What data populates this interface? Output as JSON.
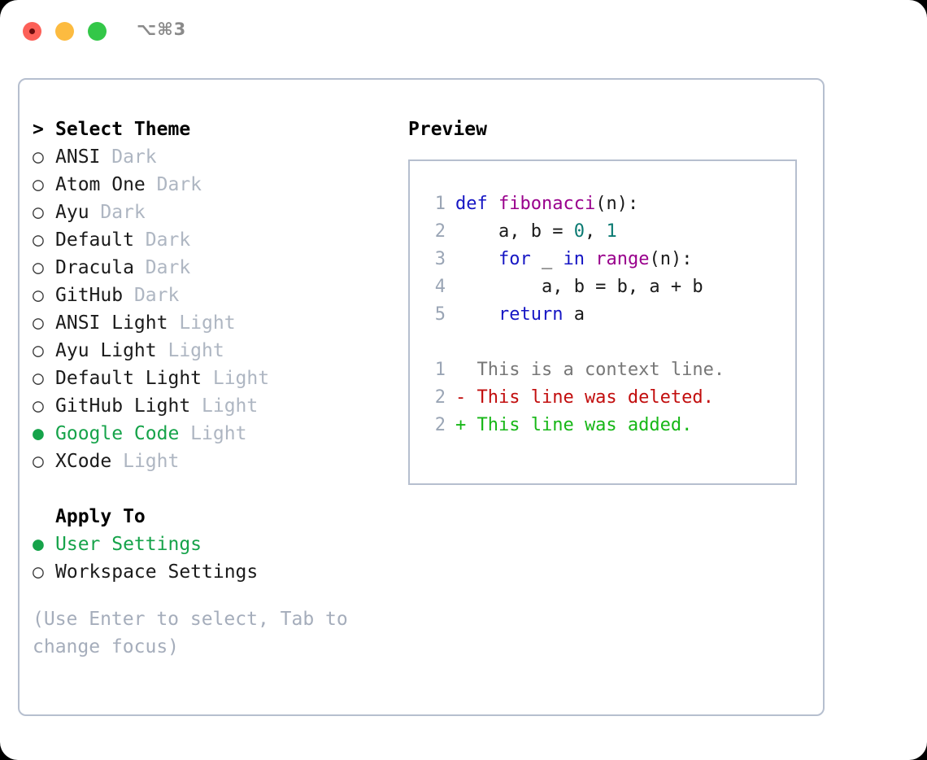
{
  "titlebar": {
    "title": "⌥⌘3",
    "buttons": [
      {
        "name": "close",
        "color": "#fc6058"
      },
      {
        "name": "minimize",
        "color": "#fcbb40"
      },
      {
        "name": "maximize",
        "color": "#33c748"
      }
    ]
  },
  "theme_picker": {
    "heading": "Select Theme",
    "heading_marker": ">",
    "marker_selected": "●",
    "marker_unselected": "○",
    "items": [
      {
        "name": "ANSI",
        "kind": "Dark",
        "selected": false
      },
      {
        "name": "Atom One",
        "kind": "Dark",
        "selected": false
      },
      {
        "name": "Ayu",
        "kind": "Dark",
        "selected": false
      },
      {
        "name": "Default",
        "kind": "Dark",
        "selected": false
      },
      {
        "name": "Dracula",
        "kind": "Dark",
        "selected": false
      },
      {
        "name": "GitHub",
        "kind": "Dark",
        "selected": false
      },
      {
        "name": "ANSI Light",
        "kind": "Light",
        "selected": false
      },
      {
        "name": "Ayu Light",
        "kind": "Light",
        "selected": false
      },
      {
        "name": "Default Light",
        "kind": "Light",
        "selected": false
      },
      {
        "name": "GitHub Light",
        "kind": "Light",
        "selected": false
      },
      {
        "name": "Google Code",
        "kind": "Light",
        "selected": true
      },
      {
        "name": "XCode",
        "kind": "Light",
        "selected": false
      }
    ]
  },
  "apply_to": {
    "heading": "Apply To",
    "options": [
      {
        "name": "User Settings",
        "selected": true
      },
      {
        "name": "Workspace Settings",
        "selected": false
      }
    ]
  },
  "hint": "(Use Enter to select, Tab to change focus)",
  "preview": {
    "title": "Preview",
    "code_lines": [
      {
        "no": "1",
        "tokens": [
          {
            "t": "def ",
            "c": "kw"
          },
          {
            "t": "fibonacci",
            "c": "fn"
          },
          {
            "t": "(n):",
            "c": "pl"
          }
        ]
      },
      {
        "no": "2",
        "tokens": [
          {
            "t": "    a, b = ",
            "c": "pl"
          },
          {
            "t": "0",
            "c": "num"
          },
          {
            "t": ", ",
            "c": "pl"
          },
          {
            "t": "1",
            "c": "num"
          }
        ]
      },
      {
        "no": "3",
        "tokens": [
          {
            "t": "    ",
            "c": "pl"
          },
          {
            "t": "for",
            "c": "kw"
          },
          {
            "t": " _ ",
            "c": "pl"
          },
          {
            "t": "in",
            "c": "kw"
          },
          {
            "t": " ",
            "c": "pl"
          },
          {
            "t": "range",
            "c": "fn"
          },
          {
            "t": "(n):",
            "c": "pl"
          }
        ]
      },
      {
        "no": "4",
        "tokens": [
          {
            "t": "        a, b = b, a + b",
            "c": "pl"
          }
        ]
      },
      {
        "no": "5",
        "tokens": [
          {
            "t": "    ",
            "c": "pl"
          },
          {
            "t": "return",
            "c": "kw"
          },
          {
            "t": " a",
            "c": "pl"
          }
        ]
      }
    ],
    "diff_lines": [
      {
        "no": "1",
        "text": "  This is a context line.",
        "c": "ctx"
      },
      {
        "no": "2",
        "text": "- This line was deleted.",
        "c": "del"
      },
      {
        "no": "2",
        "text": "+ This line was added.",
        "c": "add"
      }
    ]
  },
  "colors": {
    "accent_green": "#16a34a",
    "border": "#b6bfcf",
    "muted": "#aeb6c2",
    "keyword": "#1616c4",
    "function": "#99008c",
    "number": "#0b7a72",
    "diff_deleted": "#c20e0e",
    "diff_added": "#17b717",
    "gutter": "#9aa5b5"
  }
}
